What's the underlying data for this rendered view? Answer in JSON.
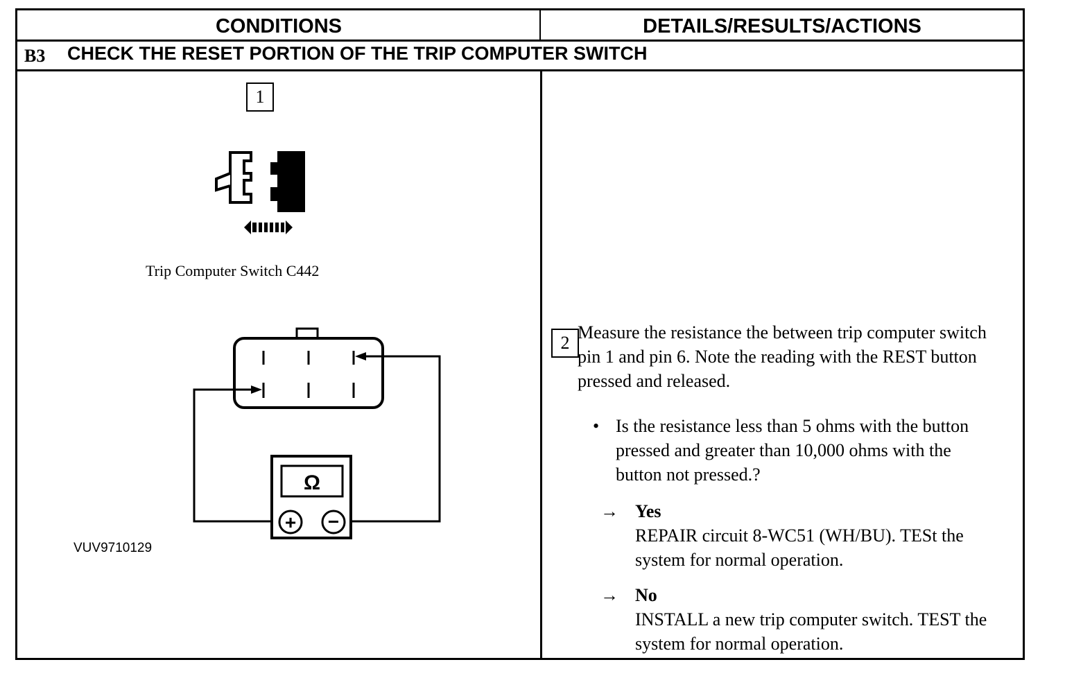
{
  "header": {
    "conditions": "CONDITIONS",
    "details": "DETAILS/RESULTS/ACTIONS"
  },
  "section": {
    "id": "B3",
    "title": "CHECK THE RESET PORTION OF THE TRIP COMPUTER SWITCH"
  },
  "left": {
    "step_number": "1",
    "caption": "Trip Computer Switch C442",
    "meter_symbol": "Ω",
    "plus_symbol": "+",
    "minus_symbol": "−",
    "figure_id": "VUV9710129"
  },
  "right": {
    "step_number": "2",
    "instruction": "Measure the resistance the between trip computer switch pin 1 and pin 6. Note the reading with the REST button pressed and released.",
    "question": "Is the resistance less than 5 ohms with the button pressed and greater than 10,000 ohms with the button not pressed.?",
    "arrow_glyph": "→",
    "bullet_glyph": "•",
    "yes": {
      "label": "Yes",
      "action": "REPAIR circuit 8-WC51 (WH/BU). TESt the system for normal operation."
    },
    "no": {
      "label": "No",
      "action": "INSTALL a new trip computer switch. TEST the system for normal operation."
    }
  }
}
